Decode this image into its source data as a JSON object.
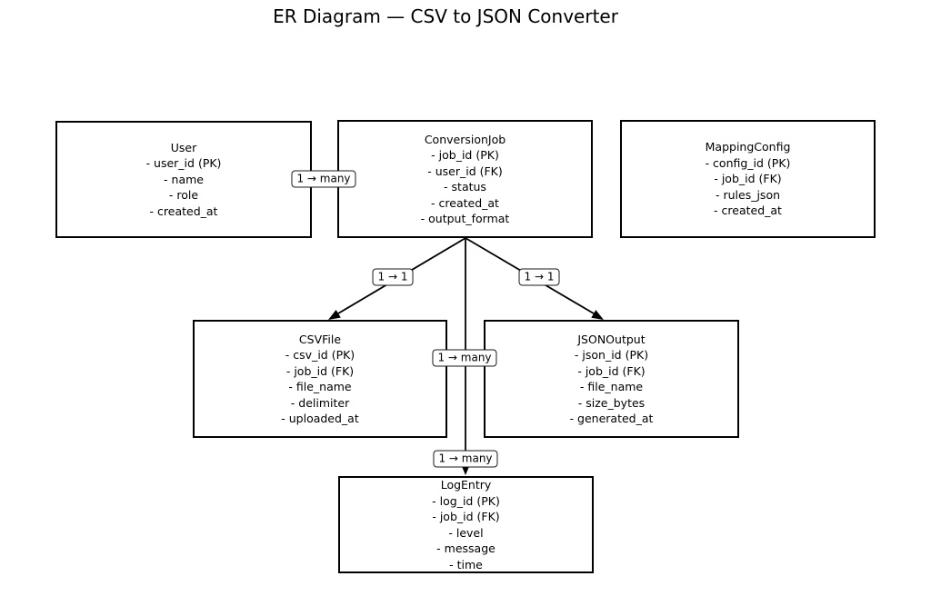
{
  "title": "ER Diagram — CSV to JSON Converter",
  "entities": [
    {
      "name": "User",
      "attributes": [
        "- user_id (PK)",
        "- name",
        "- role",
        "- created_at"
      ]
    },
    {
      "name": "ConversionJob",
      "attributes": [
        "- job_id (PK)",
        "- user_id (FK)",
        "- status",
        "- created_at",
        "- output_format"
      ]
    },
    {
      "name": "MappingConfig",
      "attributes": [
        "- config_id (PK)",
        "- job_id (FK)",
        "- rules_json",
        "- created_at"
      ]
    },
    {
      "name": "CSVFile",
      "attributes": [
        "- csv_id (PK)",
        "- job_id (FK)",
        "- file_name",
        "- delimiter",
        "- uploaded_at"
      ]
    },
    {
      "name": "JSONOutput",
      "attributes": [
        "- json_id (PK)",
        "- job_id (FK)",
        "- file_name",
        "- size_bytes",
        "- generated_at"
      ]
    },
    {
      "name": "LogEntry",
      "attributes": [
        "- log_id (PK)",
        "- job_id (FK)",
        "- level",
        "- message",
        "- time"
      ]
    }
  ],
  "relationships": {
    "user_conversionjob": "1 → many",
    "conversionjob_csvfile": "1 → 1",
    "conversionjob_jsonoutput": "1 → 1",
    "conversionjob_logentry_mid": "1 → many",
    "conversionjob_logentry": "1 → many"
  },
  "colors": {
    "background": "#ffffff",
    "line": "#000000",
    "text": "#000000"
  }
}
